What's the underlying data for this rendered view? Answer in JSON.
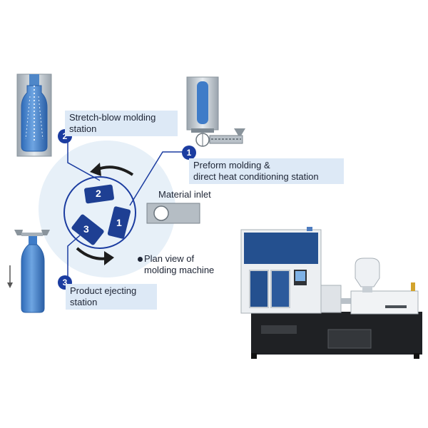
{
  "stations": [
    {
      "number": "1",
      "label": "Preform molding &\ndirect heat conditioning station"
    },
    {
      "number": "2",
      "label": "Stretch-blow molding\nstation"
    },
    {
      "number": "3",
      "label": "Product ejecting\nstation"
    }
  ],
  "rotor_numbers": [
    "1",
    "2",
    "3"
  ],
  "material_inlet": "Material inlet",
  "plan_view": "Plan view of\nmolding machine",
  "colors": {
    "accent_blue": "#1b3ca0",
    "label_bg": "#dde9f6",
    "bottle_blue": "#3d7cc9",
    "machine_blue": "#24508f"
  }
}
